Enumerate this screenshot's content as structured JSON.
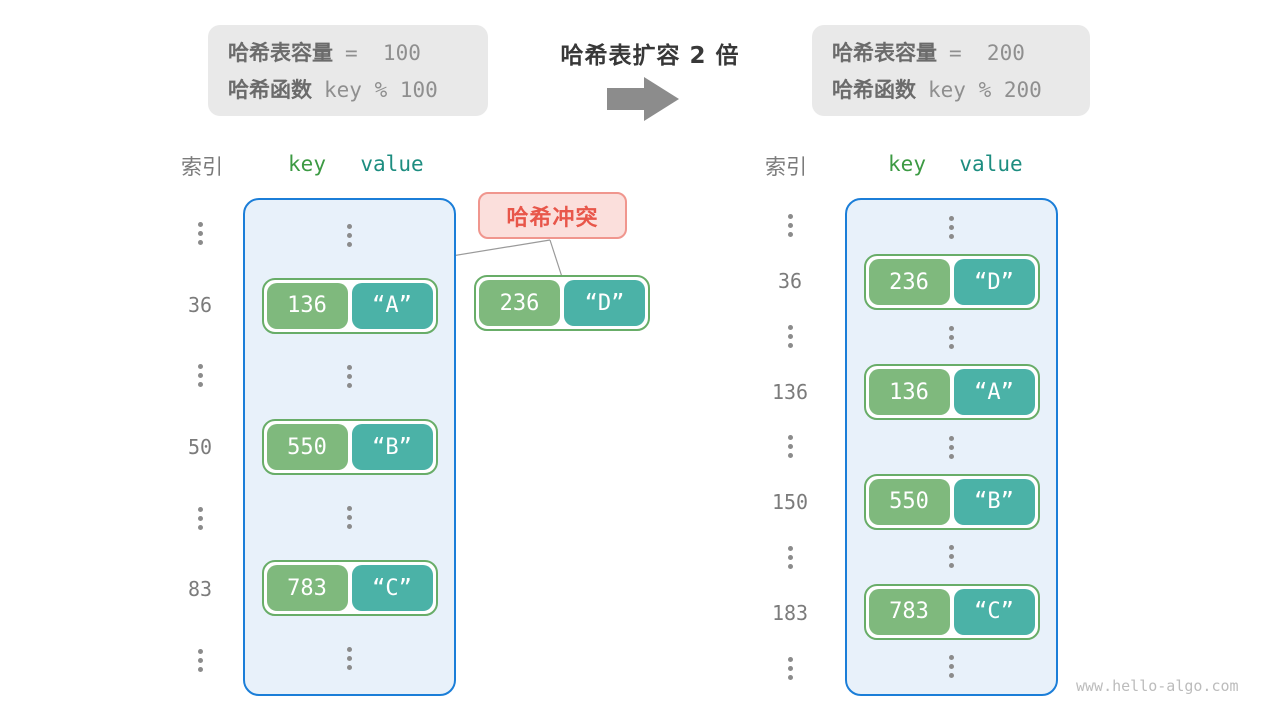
{
  "center": {
    "title": "哈希表扩容 2 倍"
  },
  "before_box": {
    "line1_label": "哈希表容量",
    "line1_value": "=  100",
    "line2_label": "哈希函数",
    "line2_value": "key % 100"
  },
  "after_box": {
    "line1_label": "哈希表容量",
    "line1_value": "=  200",
    "line2_label": "哈希函数",
    "line2_value": "key % 200"
  },
  "collision": {
    "label": "哈希冲突",
    "pair": {
      "key": "236",
      "value": "“D”"
    }
  },
  "left_table": {
    "headers": {
      "index": "索引",
      "key": "key",
      "value": "value"
    },
    "rows": [
      {
        "kind": "dots"
      },
      {
        "kind": "pair",
        "index": "36",
        "key": "136",
        "value": "“A”"
      },
      {
        "kind": "dots"
      },
      {
        "kind": "pair",
        "index": "50",
        "key": "550",
        "value": "“B”"
      },
      {
        "kind": "dots"
      },
      {
        "kind": "pair",
        "index": "83",
        "key": "783",
        "value": "“C”"
      },
      {
        "kind": "dots"
      }
    ]
  },
  "right_table": {
    "headers": {
      "index": "索引",
      "key": "key",
      "value": "value"
    },
    "rows": [
      {
        "kind": "dots"
      },
      {
        "kind": "pair",
        "index": "36",
        "key": "236",
        "value": "“D”"
      },
      {
        "kind": "dots"
      },
      {
        "kind": "pair",
        "index": "136",
        "key": "136",
        "value": "“A”"
      },
      {
        "kind": "dots"
      },
      {
        "kind": "pair",
        "index": "150",
        "key": "550",
        "value": "“B”"
      },
      {
        "kind": "dots"
      },
      {
        "kind": "pair",
        "index": "183",
        "key": "783",
        "value": "“C”"
      },
      {
        "kind": "dots"
      }
    ]
  },
  "icons": {
    "expand_arrow": "right-arrow",
    "ellipsis": "vertical-dots"
  },
  "colors": {
    "container_border": "#1b7ed8",
    "container_bg": "#e8f1fa",
    "key_bg": "#7fb97d",
    "value_bg": "#4bb2a7",
    "pair_border": "#68ad68",
    "collision_bg": "#fbdfdc",
    "collision_border": "#f0968e",
    "collision_text": "#e8564a",
    "arrow": "#8c8c8c",
    "header_key": "#3c9a43",
    "header_value": "#1d8d80",
    "muted_text": "#7b7b7b",
    "info_bg": "#e9e9e9",
    "watermark_text": "#bcbcbc"
  },
  "watermark": "www.hello-algo.com"
}
